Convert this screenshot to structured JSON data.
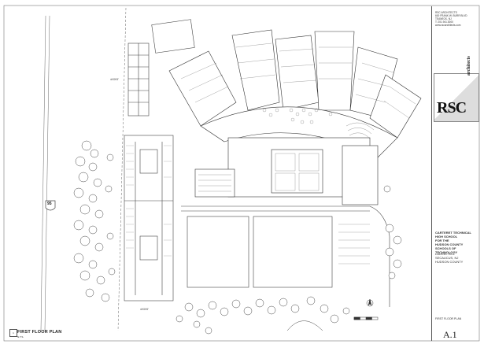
{
  "drawing": {
    "title": "FIRST FLOOR PLAN",
    "scale": "N.T.S.",
    "dimension_left": "±XXX'",
    "dimension_lower": "±XXX'"
  },
  "title_block": {
    "firm_logo": "RSC",
    "firm_logo_sub": "architects",
    "firm_address": "RSC ARCHITECTS\n600 FRANK W. BURR BLVD\nTEANECK, NJ\nT: 201.941.3000\nwww.rscarchitects.com",
    "project_name": "CARTERET TECHNICAL HIGH SCHOOL\nFOR THE\nHUDSON COUNTY SCHOOLS OF TECHNOLOGY",
    "project_location": "LAUREL HILL\nSECAUCUS, NJ\nHUDSON COUNTY",
    "sheet_title": "FIRST FLOOR PLAN",
    "sheet_number": "A.1"
  },
  "site_badge": "95"
}
